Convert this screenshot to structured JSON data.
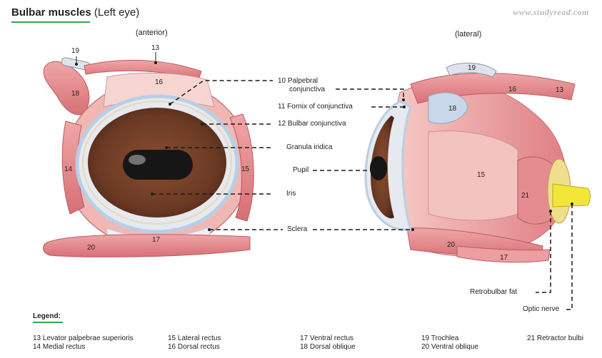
{
  "header": {
    "title_bold": "Bulbar muscles",
    "title_rest": "(Left eye)",
    "watermark": "www.studyread.com"
  },
  "views": {
    "anterior": "(anterior)",
    "lateral": "(lateral)"
  },
  "numbers": {
    "n13": "13",
    "n14": "14",
    "n15": "15",
    "n16": "16",
    "n17": "17",
    "n18": "18",
    "n19": "19",
    "n20": "20",
    "n21": "21"
  },
  "callouts": {
    "palpebral_line1": "10  Palpebral",
    "palpebral_line2": "conjunctiva",
    "fornix": "11  Fornix of conjunctiva",
    "bulbar": "12  Bulbar conjunctiva",
    "granula": "Granula iridica",
    "pupil": "Pupil",
    "iris": "Iris",
    "sclera": "Sclera",
    "retrobulbar": "Retrobulbar fat",
    "optic": "Optic nerve"
  },
  "legend": {
    "title": "Legend:",
    "items": [
      "13  Levator palpebrae superioris",
      "14  Medial rectus",
      "15  Lateral rectus",
      "16  Dorsal rectus",
      "17  Ventral rectus",
      "18  Dorsal oblique",
      "19  Trochlea",
      "20  Ventral oblique",
      "21  Retractor bulbi"
    ]
  },
  "colors": {
    "muscle": "#e4868a",
    "muscle_light": "#f2b7b6",
    "sclera": "#e8eaf0",
    "conjunctiva_blue": "#b8cfe6",
    "iris": "#6b3a24",
    "pupil": "#1a1a1a",
    "optic_nerve": "#f3e63a",
    "accent_green": "#2eaa4f"
  }
}
